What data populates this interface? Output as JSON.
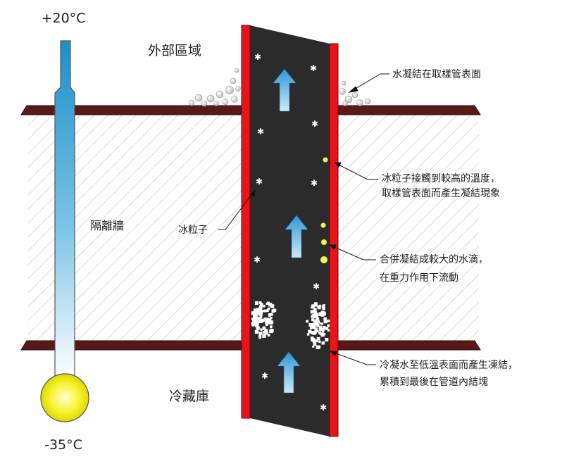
{
  "thermometer": {
    "top_temp": "+20°C",
    "bottom_temp": "-35°C"
  },
  "zones": {
    "outside": "外部區域",
    "wall": "隔離牆",
    "cold_room": "冷藏庫"
  },
  "labels": {
    "ice_particle": "冰粒子",
    "surface_condensation": "水凝結在取樣管表面",
    "contact_line1": "冰粒子接觸到較高的溫度，",
    "contact_line2": "取樣管表面而產生凝結現象",
    "merge_line1": "合併凝結成較大的水滴，",
    "merge_line2": "在重力作用下流動",
    "freeze_line1": "冷凝水至低溫表面而產生凍結，",
    "freeze_line2": "累積到最後在管道內結塊"
  },
  "colors": {
    "pipe_body": "#2b2b2b",
    "pipe_wall": "#e8141b",
    "wall_plate": "#5a1818",
    "arrow": "#3aa0d8",
    "droplet": "#e8f56a",
    "therm_top": "#1a90c8",
    "bulb": "#f4f20a"
  },
  "icons": [
    "snowflake-icon",
    "up-arrow-icon",
    "water-droplet-icon",
    "thermometer-icon"
  ]
}
